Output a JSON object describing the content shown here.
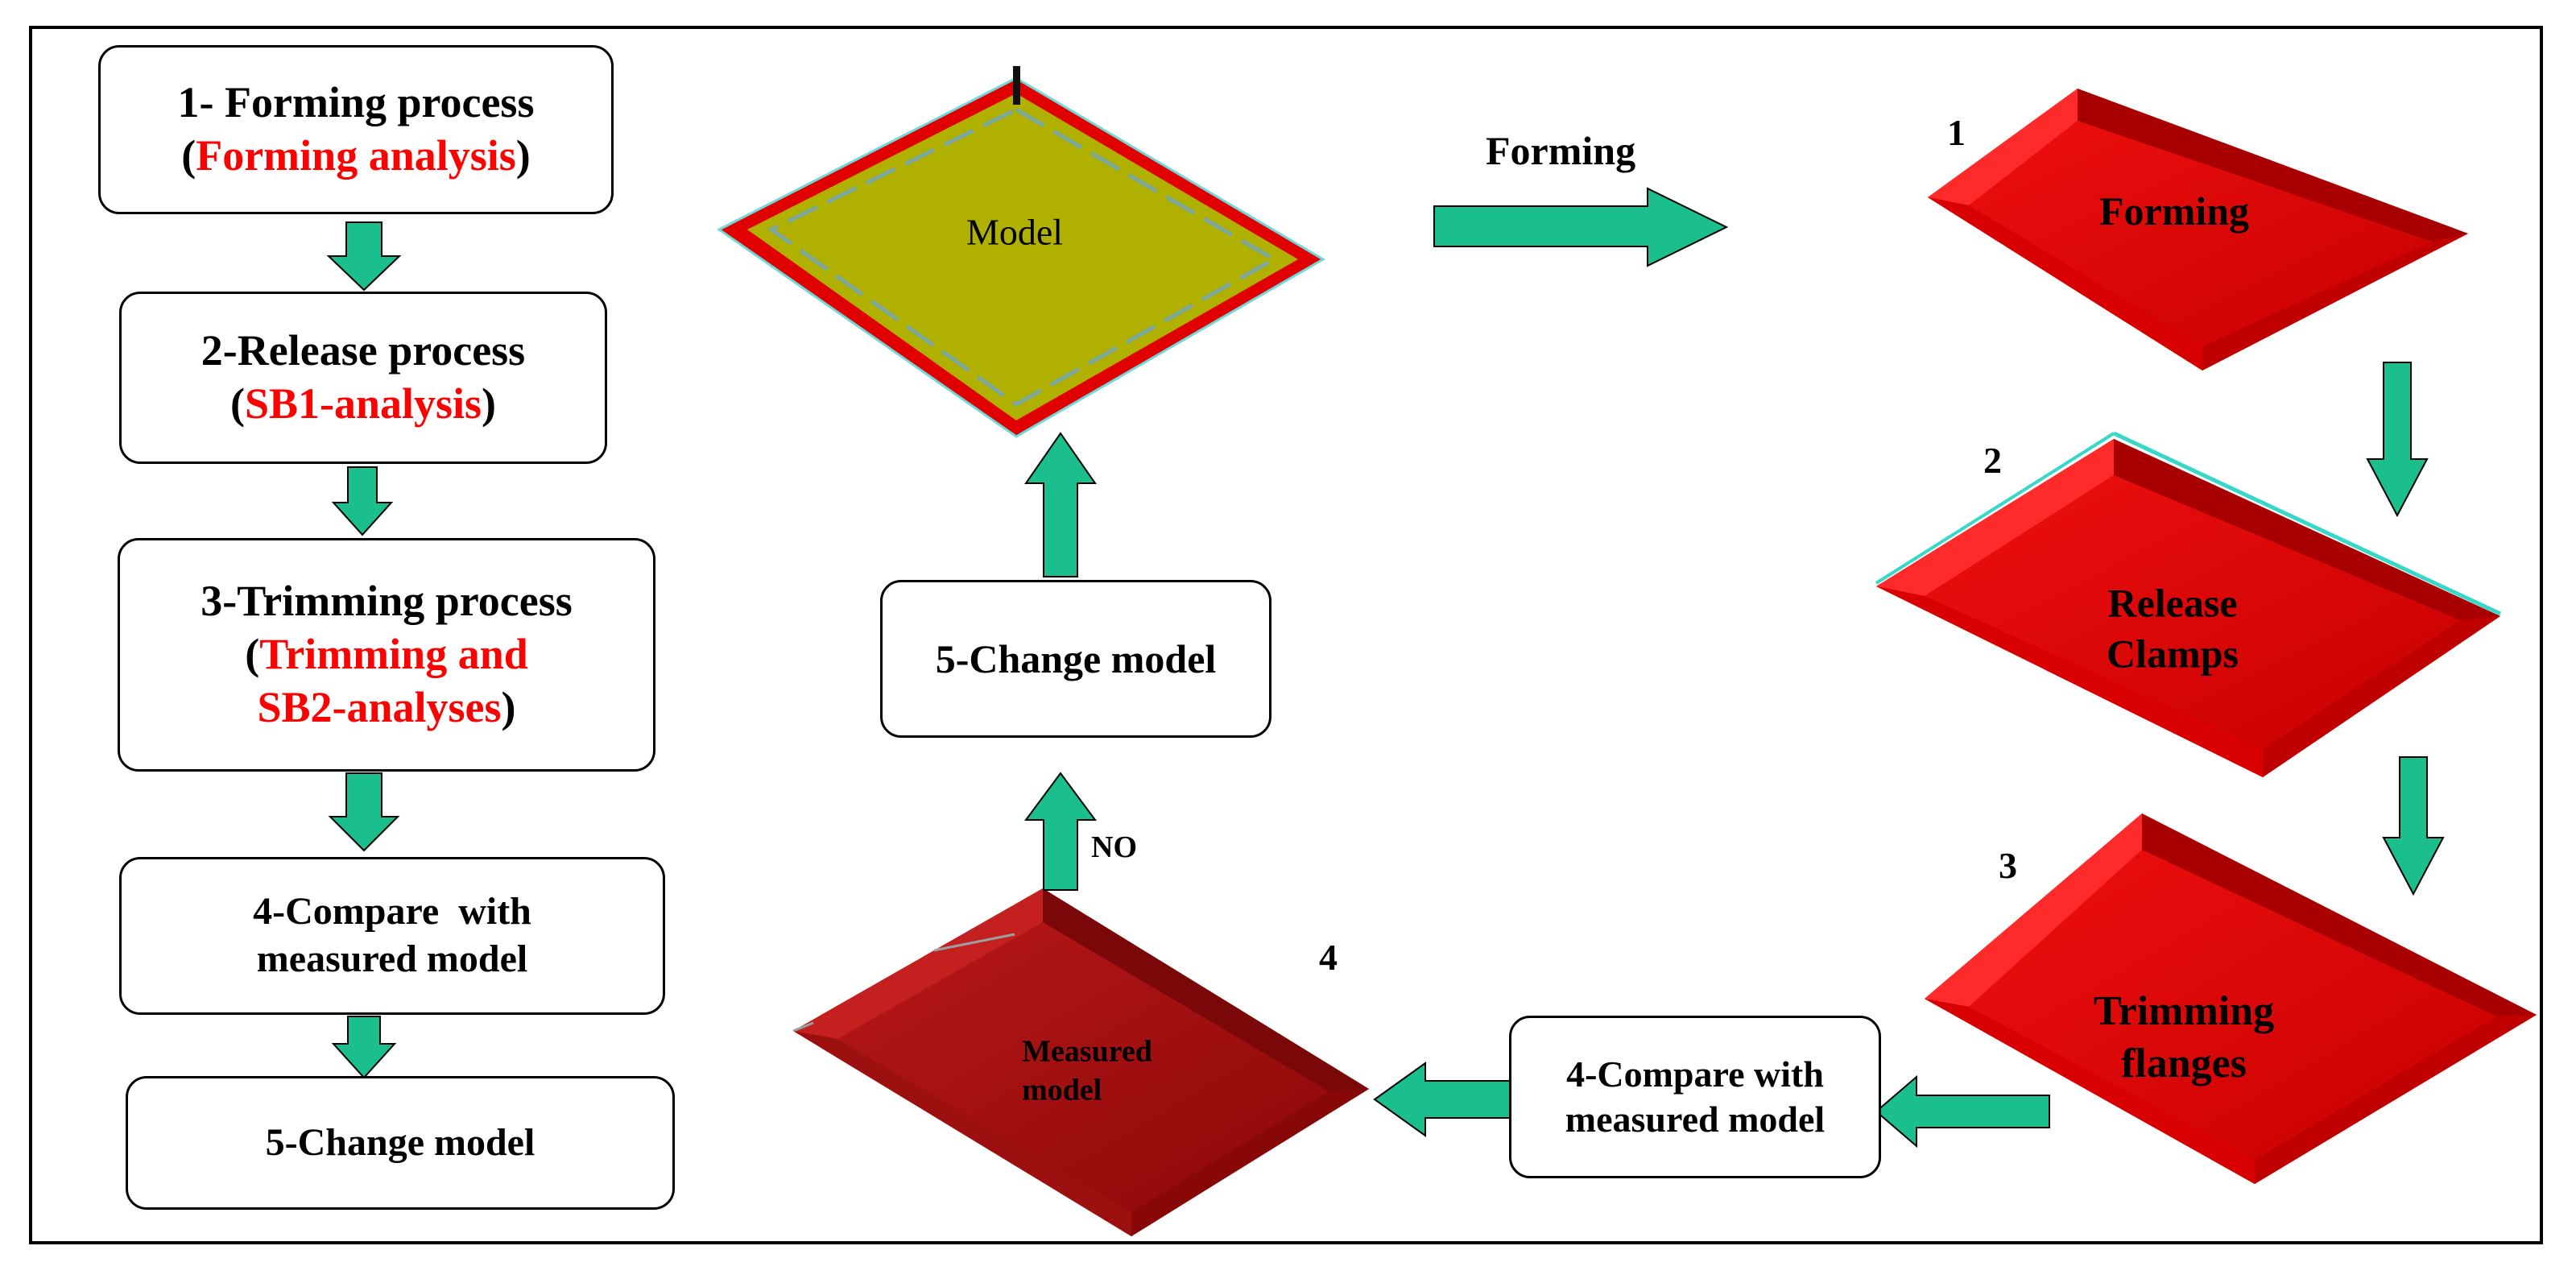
{
  "flowchart": {
    "steps": [
      {
        "title": "1- Forming process",
        "open": "(",
        "analysis": "Forming analysis",
        "close": ")"
      },
      {
        "title": "2-Release process",
        "open": "(",
        "analysis": "SB1-analysis",
        "close": ")"
      },
      {
        "title": "3-Trimming process",
        "open": "(",
        "analysis_1": "Trimming and",
        "analysis_2": "SB2-analyses",
        "close": ")"
      },
      {
        "line_1": "4-Compare  with",
        "line_2": "measured model"
      },
      {
        "title": "5-Change model"
      }
    ]
  },
  "cycle": {
    "model_label": "Model",
    "forming_arrow_label": "Forming",
    "stage_1": {
      "number": "1",
      "label": "Forming"
    },
    "stage_2": {
      "number": "2",
      "label_1": "Release",
      "label_2": "Clamps"
    },
    "stage_3": {
      "number": "3",
      "label_1": "Trimming",
      "label_2": "flanges"
    },
    "stage_4": {
      "number": "4",
      "label_1": "Measured",
      "label_2": "model"
    },
    "compare_box": {
      "line_1": "4-Compare with",
      "line_2": "measured model"
    },
    "change_box": {
      "label": "5-Change model"
    },
    "no_label": "NO"
  },
  "colors": {
    "arrow_fill": "#1bbf8d",
    "part_red": "#e00000",
    "part_dark_red": "#a80000",
    "measured_red": "#a81010",
    "model_fill": "#b0b000",
    "analysis_text": "#ff0000"
  }
}
